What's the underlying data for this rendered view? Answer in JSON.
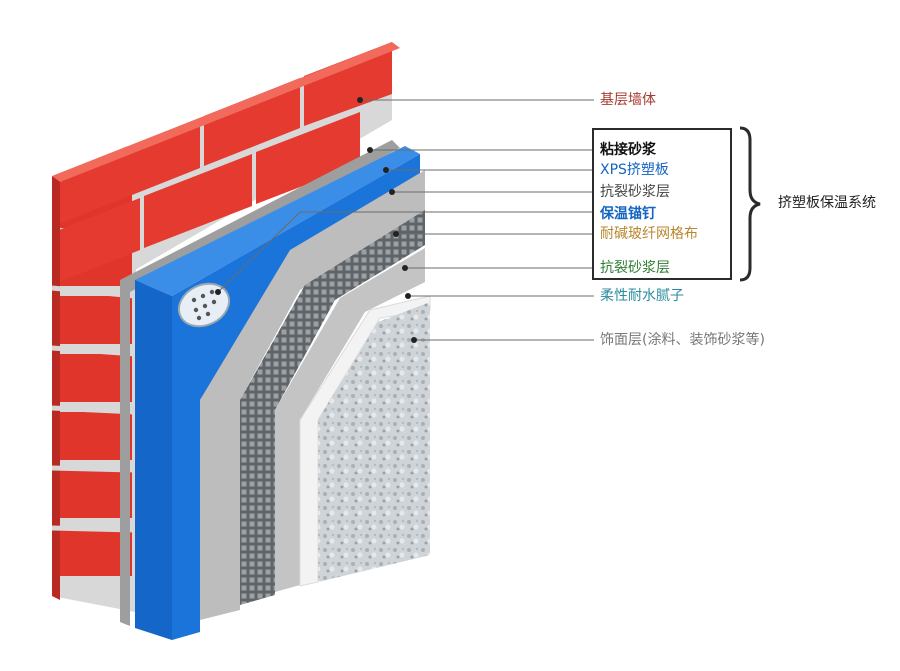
{
  "labels": [
    {
      "text": "基层墙体",
      "color": "#a83a2e"
    },
    {
      "text": "粘接砂浆",
      "color": "#111111"
    },
    {
      "text": "XPS挤塑板",
      "color": "#1565c0"
    },
    {
      "text": "抗裂砂浆层",
      "color": "#444444"
    },
    {
      "text": "保温锚钉",
      "color": "#1565c0"
    },
    {
      "text": "耐碱玻纤网格布",
      "color": "#b8862e"
    },
    {
      "text": "抗裂砂浆层",
      "color": "#2e7d32"
    },
    {
      "text": "柔性耐水腻子",
      "color": "#2a8ca0"
    },
    {
      "text": "饰面层(涂料、装饰砂浆等)",
      "color": "#777777"
    }
  ],
  "group_label": "挤塑板保温系统",
  "colors": {
    "brick": "#e0352b",
    "mortar": "#d9d9d9",
    "xps": "#1467c8",
    "grey_layer": "#bdbdbd",
    "mesh": "#8a8a8a",
    "putty": "#f4f4f4",
    "finish": "#c9cfd4"
  }
}
